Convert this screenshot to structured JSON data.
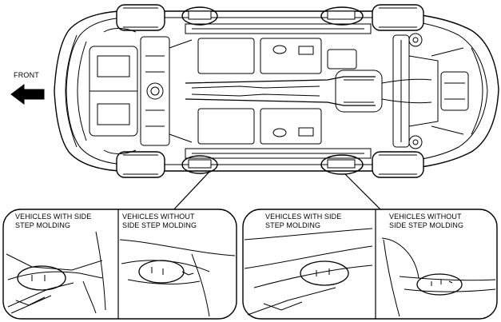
{
  "front_label": "FRONT",
  "detail_left": {
    "with_molding": "VEHICLES WITH SIDE\nSTEP MOLDING",
    "without_molding": "VEHICLES WITHOUT\nSIDE STEP MOLDING"
  },
  "detail_right": {
    "with_molding": "VEHICLES WITH SIDE\nSTEP MOLDING",
    "without_molding": "VEHICLES WITHOUT\nSIDE STEP MOLDING"
  },
  "colors": {
    "line": "#000000",
    "background": "#ffffff"
  }
}
